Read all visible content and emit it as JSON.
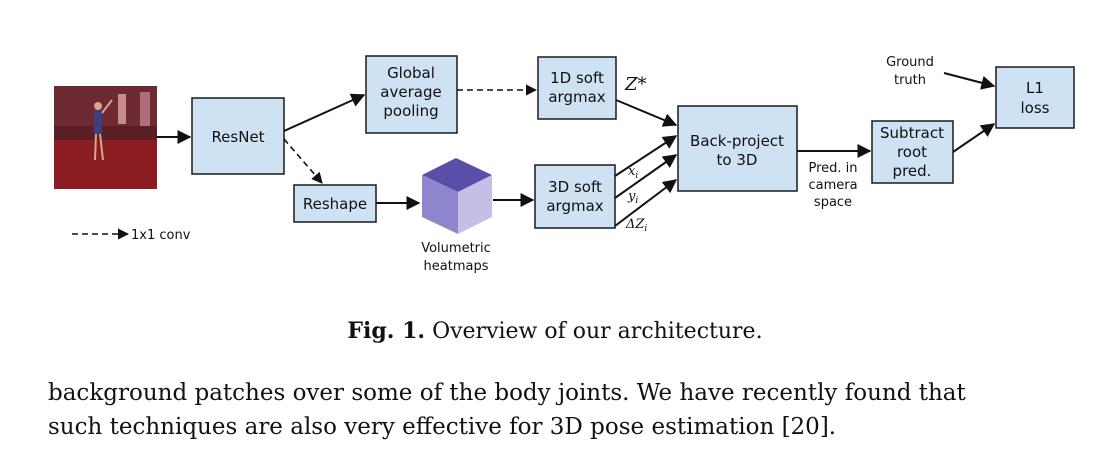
{
  "figure": {
    "nodes": {
      "resnet": "ResNet",
      "gap_lines": [
        "Global",
        "average",
        "pooling"
      ],
      "soft1d_lines": [
        "1D soft",
        "argmax"
      ],
      "reshape": "Reshape",
      "soft3d_lines": [
        "3D soft",
        "argmax"
      ],
      "backproject_lines": [
        "Back-project",
        "to 3D"
      ],
      "subtract_lines": [
        "Subtract",
        "root",
        "pred."
      ],
      "l1_lines": [
        "L1",
        "loss"
      ]
    },
    "labels": {
      "ground_truth_lines": [
        "Ground",
        "truth"
      ],
      "pred_lines": [
        "Pred. in",
        "camera",
        "space"
      ],
      "volumetric_lines": [
        "Volumetric",
        "heatmaps"
      ],
      "z_star": "Z*",
      "xi": "x",
      "yi": "y",
      "delta_zi": "ΔZ",
      "sub_i": "i"
    },
    "legend": "1x1 conv"
  },
  "caption": {
    "label": "Fig. 1.",
    "text": " Overview of our architecture."
  },
  "paragraph": {
    "line1": "background patches over some of the body joints. We have recently found that",
    "line2": "such techniques are also very effective for 3D pose estimation [20]."
  },
  "colors": {
    "box_fill": "#cfe2f3",
    "cube_top": "#5a4fa8",
    "cube_left": "#8e86cc",
    "cube_right": "#c4bfe6",
    "photo_bg": "#5a1f24",
    "photo_floor": "#8b1c22"
  }
}
